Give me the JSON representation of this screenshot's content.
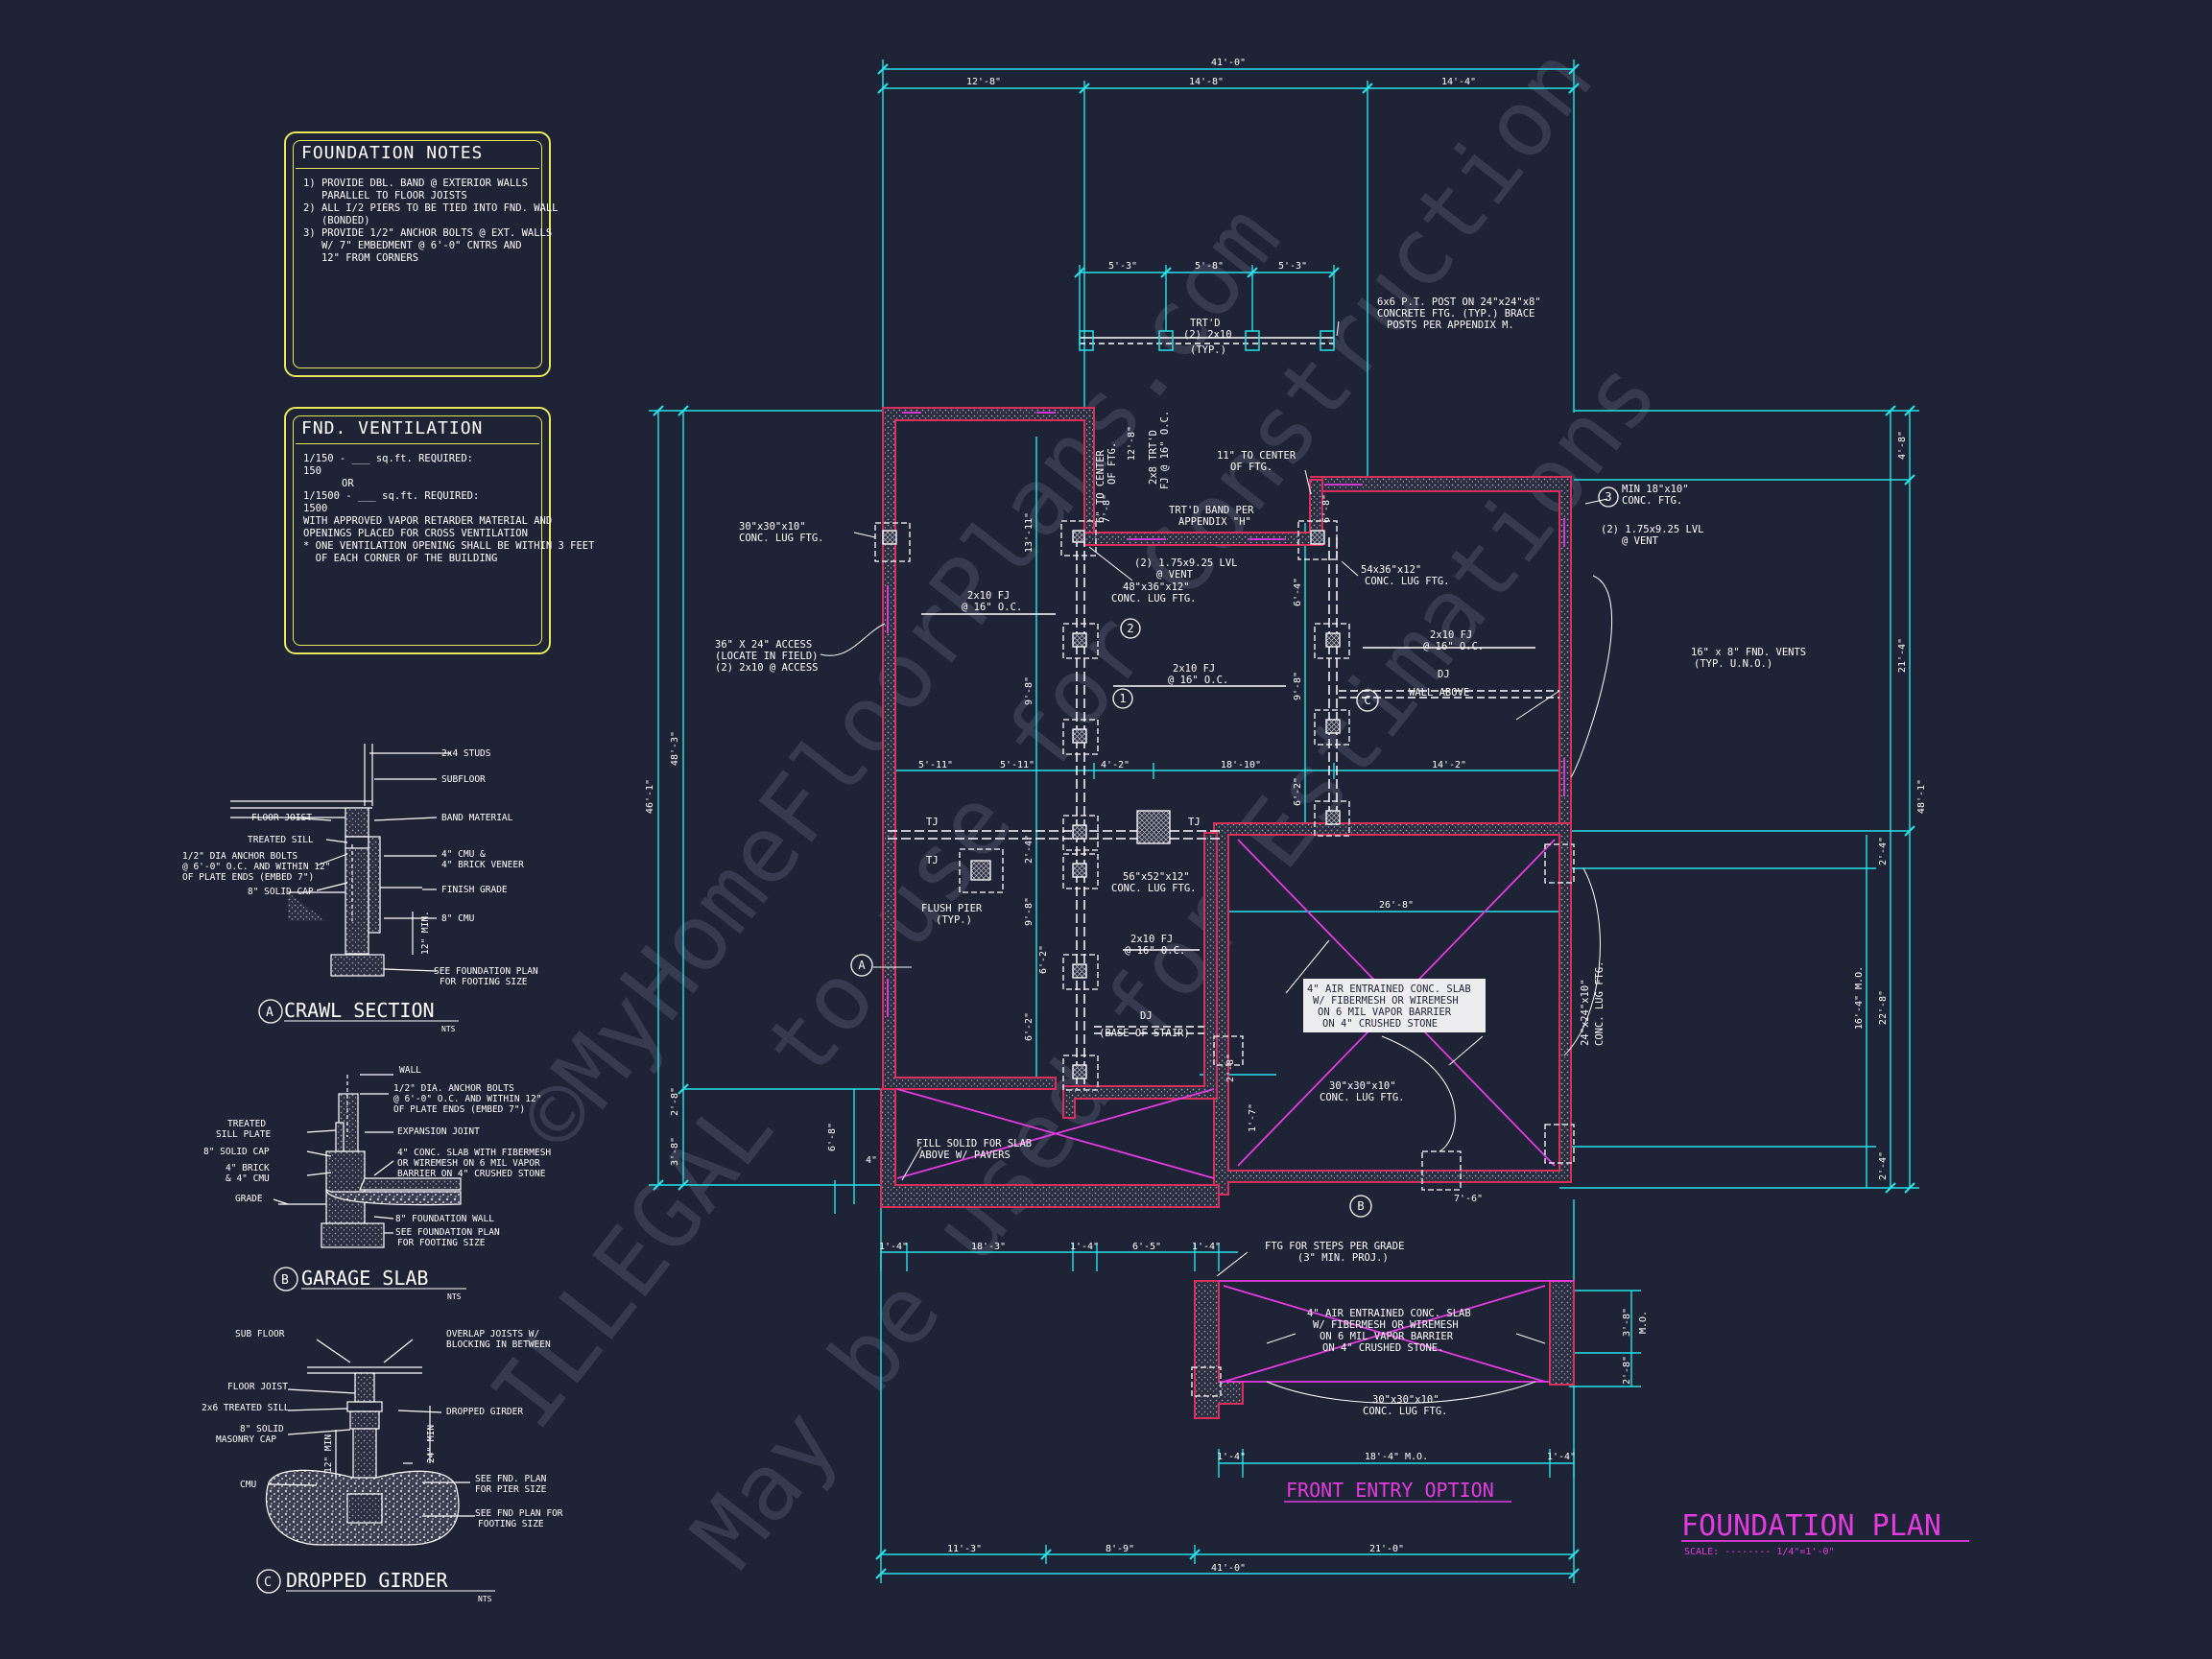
{
  "foundation_notes": {
    "title": "FOUNDATION NOTES",
    "lines": [
      "1) PROVIDE DBL. BAND @ EXTERIOR WALLS",
      "   PARALLEL TO FLOOR JOISTS",
      "2) ALL I/2 PIERS TO BE TIED INTO FND. WALL",
      "   (BONDED)",
      "3) PROVIDE 1/2\" ANCHOR BOLTS @ EXT. WALLS",
      "   W/ 7\" EMBEDMENT @ 6'-0\" CNTRS AND",
      "   12\" FROM CORNERS"
    ]
  },
  "fnd_ventilation": {
    "title": "FND. VENTILATION",
    "lines": [
      "1/150 - ___ sq.ft. REQUIRED:",
      "150",
      "OR",
      "1/1500 - ___ sq.ft. REQUIRED:",
      "1500",
      "WITH APPROVED VAPOR RETARDER MATERIAL AND",
      "OPENINGS PLACED FOR CROSS VENTILATION",
      "",
      "* ONE VENTILATION OPENING SHALL BE WITHIN 3 FEET",
      "  OF EACH CORNER OF THE BUILDING"
    ]
  },
  "details": {
    "crawl": {
      "tag": "A",
      "title": "CRAWL SECTION",
      "scale": "NTS",
      "labels": [
        "2x4 STUDS",
        "SUBFLOOR",
        "FLOOR JOIST",
        "BAND MATERIAL",
        "TREATED SILL",
        "1/2\" DIA ANCHOR BOLTS",
        "@ 6'-0\" O.C. AND WITHIN 12\"",
        "OF PLATE ENDS (EMBED 7\")",
        "8\" SOLID CAP",
        "4\" CMU &",
        "4\" BRICK VENEER",
        "FINISH GRADE",
        "8\" CMU",
        "12\" MIN.",
        "SEE FOUNDATION PLAN",
        "FOR FOOTING SIZE"
      ]
    },
    "garage": {
      "tag": "B",
      "title": "GARAGE SLAB",
      "scale": "NTS",
      "labels": [
        "WALL",
        "1/2\" DIA. ANCHOR BOLTS",
        "@ 6'-0\" O.C. AND WITHIN 12\"",
        "OF PLATE ENDS (EMBED 7\")",
        "TREATED",
        "SILL PLATE",
        "EXPANSION JOINT",
        "8\" SOLID CAP",
        "4\" CONC. SLAB WITH FIBERMESH",
        "OR WIREMESH ON 6 MIL VAPOR",
        "BARRIER ON 4\" CRUSHED STONE",
        "4\" BRICK",
        "& 4\" CMU",
        "GRADE",
        "8\" FOUNDATION WALL",
        "SEE FOUNDATION PLAN",
        "FOR FOOTING SIZE"
      ]
    },
    "girder": {
      "tag": "C",
      "title": "DROPPED GIRDER",
      "scale": "NTS",
      "labels": [
        "SUB FLOOR",
        "OVERLAP JOISTS W/",
        "BLOCKING IN BETWEEN",
        "FLOOR JOIST",
        "2x6 TREATED SILL",
        "DROPPED GIRDER",
        "8\" SOLID",
        "MASONRY CAP",
        "24\" MIN",
        "CMU",
        "SEE FND. PLAN",
        "FOR PIER SIZE",
        "SEE FND PLAN FOR",
        "FOOTING SIZE",
        "12\" MIN"
      ]
    }
  },
  "plan": {
    "title": "FOUNDATION PLAN",
    "scale": "SCALE: -------- 1/4\"=1'-0\"",
    "front_entry": "FRONT ENTRY OPTION",
    "dims_top": [
      "41'-0\"",
      "12'-8\"",
      "14'-8\"",
      "14'-4\""
    ],
    "dims_porch": [
      "5'-3\"",
      "5'-8\"",
      "5'-3\""
    ],
    "dims_bottom": [
      "11'-3\"",
      "8'-9\"",
      "21'-0\"",
      "41'-0\""
    ],
    "dims_lower": [
      "1'-4\"",
      "18'-3\"",
      "1'-4\"",
      "6'-5\"",
      "1'-4\"",
      "18'-4\" M.O.",
      "1'-4\"",
      "1'-4\""
    ],
    "dims_row": [
      "5'-11\"",
      "5'-11\"",
      "4'-2\"",
      "18'-10\"",
      "14'-2\"",
      "26'-8\""
    ],
    "dims_left": [
      "46'-1\"",
      "48'-3\"",
      "2'-8\"",
      "3'-8\"",
      "6'-8\"",
      "4\""
    ],
    "dims_right": [
      "4'-8\"",
      "21'-4\"",
      "48'-1\"",
      "2'-4\"",
      "16'-4\" M.O.",
      "22'-8\"",
      "2'-4\"",
      "3'-8\"",
      "M.O.",
      "2'-8\""
    ],
    "dims_interior": [
      "13'-11\"",
      "9'-8\"",
      "9'-8\"",
      "2'-4\"",
      "6'-2\"",
      "6'-2\"",
      "6'-4\"",
      "9'-8\"",
      "6'-2\"",
      "1'-7\"",
      "7'-6\"",
      "12'-8\"",
      "6'-8\"",
      "7'-8\"",
      "2'-8\""
    ],
    "labels": {
      "trtd": "TRT'D",
      "trtd2": "(2) 2x10",
      "typ": "(TYP.)",
      "post1": "6x6 P.T. POST ON 24\"x24\"x8\"",
      "post2": "CONCRETE FTG. (TYP.) BRACE",
      "post3": "POSTS PER APPENDIX M.",
      "center1a": "6\" TO CENTER",
      "center1b": "OF FTG.",
      "center2a": "11\" TO CENTER",
      "center2b": "OF FTG.",
      "trtd_fj1": "2x8 TRT'D",
      "trtd_fj2": "FJ @ 16\" O.C.",
      "band1": "TRT'D BAND PER",
      "band2": "APPENDIX \"H\"",
      "minftg1": "MIN 18\"x10\"",
      "minftg2": "CONC. FTG.",
      "lvl1a": "(2) 1.75x9.25 LVL",
      "lvl1b": "@ VENT",
      "lvl2a": "(2) 1.75x9.25 LVL",
      "lvl2b": "@ VENT",
      "lug1a": "30\"x30\"x10\"",
      "lug1b": "CONC. LUG FTG.",
      "lug2a": "48\"x36\"x12\"",
      "lug2b": "CONC. LUG FTG.",
      "lug3a": "54x36\"x12\"",
      "lug3b": "CONC. LUG FTG.",
      "lug4a": "56\"x52\"x12\"",
      "lug4b": "CONC. LUG FTG.",
      "lug5a": "30\"x30\"x10\"",
      "lug5b": "CONC. LUG FTG.",
      "lug6a": "24\"x24\"x10\"",
      "lug6b": "CONC. LUG FTG.",
      "access1": "36\" X 24\" ACCESS",
      "access2": "(LOCATE IN FIELD)",
      "access3": "(2) 2x10 @ ACCESS",
      "fj1a": "2x10 FJ",
      "fj1b": "@ 16\" O.C.",
      "fj2a": "2x10 FJ",
      "fj2b": "@ 16\" O.C.",
      "fj3a": "2x10 FJ",
      "fj3b": "@ 16\" O.C.",
      "fj4a": "2x10 FJ",
      "fj4b": "@ 16\" O.C.",
      "dj1": "DJ",
      "dj2": "WALL ABOVE",
      "dj3": "DJ",
      "dj4": "(BASE OF STAIR)",
      "vents1": "16\" x 8\" FND. VENTS",
      "vents2": "(TYP. U.N.O.)",
      "tj1": "TJ",
      "tj2": "TJ",
      "tj3": "TJ",
      "pier1": "FLUSH PIER",
      "pier2": "(TYP.)",
      "slab1": "4\" AIR ENTRAINED CONC. SLAB",
      "slab2": "W/ FIBERMESH OR WIREMESH",
      "slab3": "ON 6 MIL VAPOR BARRIER",
      "slab4": "ON 4\" CRUSHED STONE",
      "fill1": "FILL SOLID FOR SLAB",
      "fill2": "ABOVE W/ PAVERS",
      "steps1": "FTG FOR STEPS PER GRADE",
      "steps2": "(3\" MIN. PROJ.)",
      "entry1": "4\" AIR ENTRAINED CONC. SLAB",
      "entry2": "W/ FIBERMESH OR WIREMESH",
      "entry3": "ON 6 MIL VAPOR BARRIER",
      "entry4": "ON 4\" CRUSHED STONE.",
      "lug7a": "30\"x30\"x10\"",
      "lug7b": "CONC. LUG FTG.",
      "tagA": "A",
      "tagB": "B",
      "tagC": "C",
      "tag1": "1",
      "tag2": "2",
      "tag3": "3"
    }
  },
  "watermark": {
    "line1": "©MyHomeFloorPlans.com",
    "line2": "ILLEGAL to use for Construction",
    "line3": "May be used for Estimations"
  },
  "colors": {
    "background": "#1f2336",
    "dimension": "#27e3ea",
    "wall": "#d8305a",
    "magenta": "#e33be0",
    "note_border": "#e8e85a",
    "text": "#ffffff",
    "hatch": "#9aa0aa"
  }
}
